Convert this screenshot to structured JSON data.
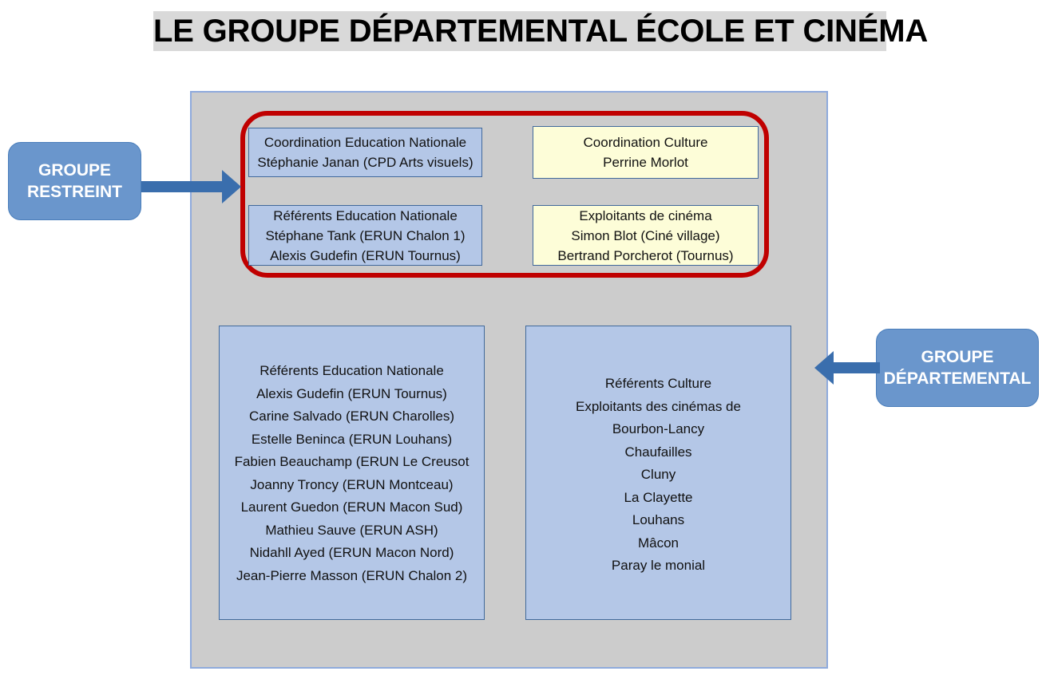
{
  "page": {
    "title": "LE GROUPE DÉPARTEMENTAL ÉCOLE ET CINÉMA"
  },
  "colors": {
    "panel_background": "#CCCCCC",
    "panel_border": "#8FAADC",
    "highlight_ring": "#C00000",
    "box_blue_fill": "#B4C7E7",
    "box_yellow_fill": "#FDFDD8",
    "box_border": "#41699B",
    "callout_fill": "#6A96CC",
    "arrow": "#3A6EAD",
    "title_highlight": "#D9D9D9"
  },
  "callouts": {
    "restreint": {
      "lines": [
        "GROUPE",
        "RESTREINT"
      ]
    },
    "departemental": {
      "lines": [
        "GROUPE",
        "DÉPARTEMENTAL"
      ]
    }
  },
  "restricted_group": {
    "coordination_education_nationale": {
      "lines": [
        "Coordination Education Nationale",
        "Stéphanie Janan (CPD Arts visuels)"
      ]
    },
    "coordination_culture": {
      "lines": [
        "Coordination Culture",
        "Perrine Morlot"
      ]
    },
    "referents_education_nationale": {
      "lines": [
        "Référents Education Nationale",
        "Stéphane Tank (ERUN Chalon 1)",
        "Alexis Gudefin (ERUN Tournus)"
      ]
    },
    "exploitants_cinema": {
      "lines": [
        "Exploitants de cinéma",
        "Simon Blot (Ciné village)",
        "Bertrand Porcherot (Tournus)"
      ]
    }
  },
  "departmental_group": {
    "referents_education_nationale": {
      "lines": [
        "Référents Education Nationale",
        "Alexis Gudefin (ERUN Tournus)",
        "Carine Salvado (ERUN Charolles)",
        "Estelle Beninca (ERUN Louhans)",
        "Fabien Beauchamp (ERUN Le Creusot",
        "Joanny Troncy (ERUN Montceau)",
        "Laurent Guedon (ERUN Macon Sud)",
        "Mathieu Sauve (ERUN ASH)",
        "Nidahll Ayed (ERUN Macon Nord)",
        "Jean-Pierre Masson (ERUN Chalon 2)"
      ]
    },
    "referents_culture": {
      "lines": [
        "Référents Culture",
        "Exploitants des cinémas de",
        "Bourbon-Lancy",
        "Chaufailles",
        "Cluny",
        "La Clayette",
        "Louhans",
        "Mâcon",
        "Paray le monial"
      ]
    }
  }
}
